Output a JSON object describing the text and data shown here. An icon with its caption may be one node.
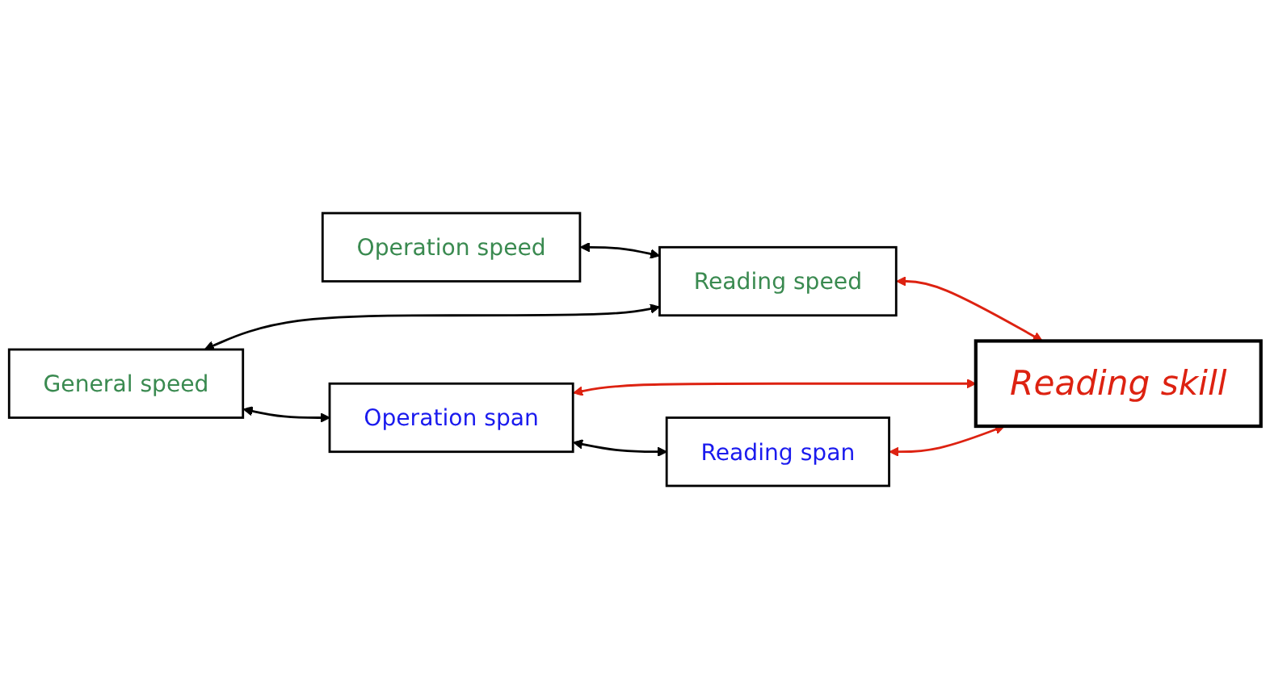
{
  "diagram": {
    "nodes": [
      {
        "text": [
          "Operation speed"
        ]
      },
      {
        "text": [
          "Reading speed"
        ]
      },
      {
        "text": [
          "General speed"
        ]
      },
      {
        "text": [
          "Operation span"
        ]
      },
      {
        "text": [
          "Reading span"
        ]
      },
      {
        "text": [
          "Reading skill"
        ]
      }
    ],
    "edges": [
      {
        "from": 0,
        "to": 1,
        "arrow": "both"
      },
      {
        "from": 2,
        "to": 1,
        "arrow": "both"
      },
      {
        "from": 2,
        "to": 3,
        "arrow": "both"
      },
      {
        "from": 3,
        "to": 4,
        "arrow": "both"
      },
      {
        "from": 1,
        "to": 5,
        "arrow": "both",
        "color": "#dd2211"
      },
      {
        "from": 3,
        "to": 5,
        "arrow": "both",
        "color": "#dd2211"
      },
      {
        "from": 4,
        "to": 5,
        "arrow": "both",
        "color": "#dd2211"
      }
    ]
  }
}
